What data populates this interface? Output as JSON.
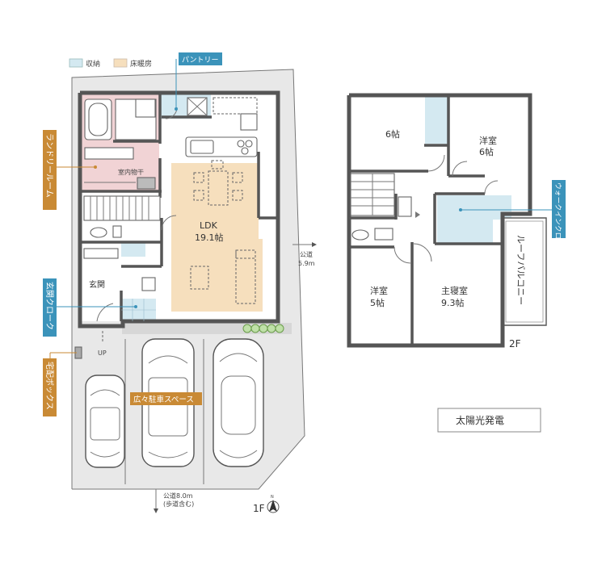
{
  "legend": {
    "storage": "収納",
    "floor_heating": "床暖房"
  },
  "colors": {
    "storage": "#d4e9f1",
    "floor_heating": "#f6dfbd",
    "laundry": "#f1d3d5",
    "tag": "#3b93ba",
    "tag_orange": "#c98a35",
    "ground": "#e8e8e8",
    "wall": "#555555"
  },
  "floor1": {
    "label": "1F",
    "rooms": {
      "ldk": "LDK",
      "ldk_size": "19.1帖",
      "entrance": "玄関",
      "indoor_drying": "室内物干",
      "entry_up": "UP"
    },
    "road_side": {
      "name": "公道",
      "width": "5.9m"
    },
    "road_front": {
      "name": "公道8.0m",
      "note": "(歩道含む)"
    }
  },
  "floor2": {
    "label": "2F",
    "rooms": {
      "room_a": "6帖",
      "room_b_name": "洋室",
      "room_b_size": "6帖",
      "room_c_name": "洋室",
      "room_c_size": "5帖",
      "master_name": "主寝室",
      "master_size": "9.3帖"
    }
  },
  "tags": {
    "pantry": "パントリー",
    "laundry_room": "ランドリールーム",
    "entrance_cloak": "玄関クローク",
    "delivery_box": "宅配ボックス",
    "parking": "広々駐車スペース",
    "walk_in_closet": "ウォークインクローゼット",
    "roof_balcony": "ルーフバルコニー"
  },
  "solar": "太陽光発電"
}
